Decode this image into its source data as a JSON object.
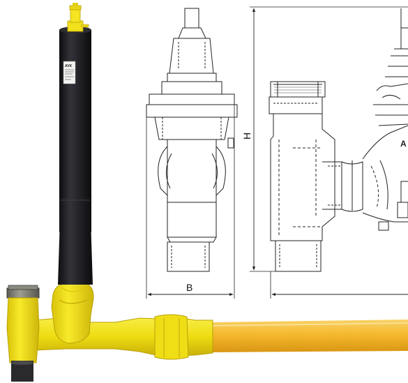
{
  "drawing": {
    "dimension_width_label": "B",
    "dimension_height_label": "H"
  },
  "product": {
    "brand_mark": "AVK",
    "cut_off_mark": "A"
  },
  "colors": {
    "pipe_yellow": "#f5b92e",
    "valve_yellow": "#f2e11a",
    "spindle_black": "#1c1c1e",
    "socket_grey": "#7a7a74",
    "line": "#222222"
  }
}
